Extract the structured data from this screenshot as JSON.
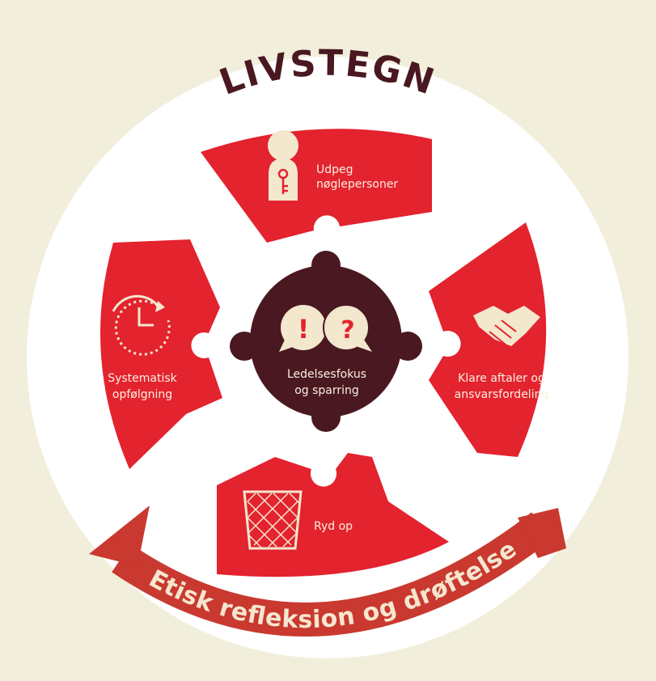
{
  "title": "LIVSTEGN",
  "center": {
    "label_line1": "Ledelsesfokus",
    "label_line2": "og sparring",
    "mark_left": "!",
    "mark_right": "?"
  },
  "pieces": {
    "top": {
      "line1": "Udpeg",
      "line2": "nøglepersoner",
      "icon": "person-key-icon"
    },
    "right": {
      "line1": "Klare aftaler og",
      "line2": "ansvarsfordeling",
      "icon": "handshake-icon"
    },
    "bottom": {
      "line1": "Ryd op",
      "icon": "wastebasket-icon"
    },
    "left": {
      "line1": "Systematisk",
      "line2": "opfølgning",
      "icon": "clock-cycle-icon"
    }
  },
  "arrow": {
    "label": "Etisk refleksion og drøftelse"
  },
  "colors": {
    "background": "#f2eedc",
    "red": "#e3232e",
    "dark": "#4a1820",
    "arrow": "#c9392f",
    "cream": "#f3e7cd"
  }
}
